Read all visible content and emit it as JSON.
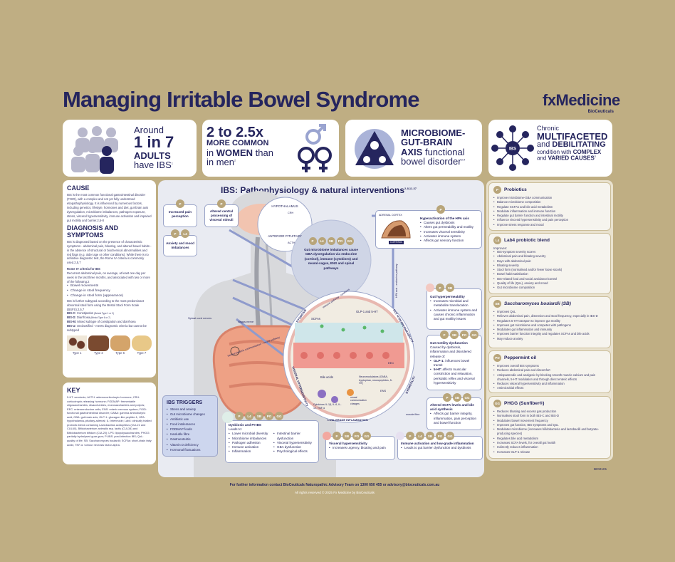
{
  "title": "Managing Irritable Bowel Syndrome",
  "logo": {
    "brand": "fxMedicine",
    "sub": "BioCeuticals"
  },
  "stats": [
    {
      "l1": "Around",
      "l2": "1 in 7",
      "l3": "ADULTS",
      "l4": "have IBS",
      "ref": "1"
    },
    {
      "l1": "2 to 2.5x",
      "l2": "MORE COMMON",
      "l3a": "in ",
      "l3b": "WOMEN",
      "l3c": " than",
      "l4": "in men",
      "ref": "2"
    },
    {
      "l1": "MICROBIOME-",
      "l2": "GUT-BRAIN",
      "l3a": "AXIS",
      "l3b": " functional",
      "l4": "bowel disorder",
      "ref": "3,4"
    },
    {
      "l1": "Chronic",
      "l2": "MULTIFACETED",
      "l3a": "and ",
      "l3b": "DEBILITATING",
      "l4a": "condition with ",
      "l4b": "COMPLEX",
      "l5a": "and ",
      "l5b": "VARIED CAUSES",
      "ref": "2",
      "hub": "IBS"
    }
  ],
  "cause": {
    "heading": "CAUSE",
    "text": "IBS is the most common functional gastrointestinal disorder (FGID), with a complex and not yet fully understood etiopathophysiology. It is influenced by numerous factors, including genetics, lifestyle, hormones and diet, gut-brain axis dysregulation, microbiome imbalances, pathogen exposure, stress, visceral hypersensitivity, immune activation and impaired gut motility and barrier.2,5-8"
  },
  "diagnosis": {
    "heading": "DIAGNOSIS AND SYMPTOMS",
    "text": "IBS is diagnosed based on the presence of characteristic symptoms - abdominal pain, bloating, and altered bowel habits - in the absence of structural or biochemical abnormalities and red flags (e.g. older age or other conditions). While there is no definitive diagnostic test, the Rome IV criteria is commonly used.2,5,7",
    "rome_heading": "Rome IV criteria for IBS",
    "rome_text": "Recurrent abdominal pain, on average, at least one day per week in the last three months, and associated with two or more of the following:2",
    "rome_items": [
      "Bowel movements",
      "Change in stool frequency",
      "Change in stool form (appearance)"
    ],
    "subtype_text": "IBS is further subtyped according to the most predominant abnormal stool form using the Bristol Stool Form Scale (BSFS).2,5,7",
    "subtypes": [
      {
        "k": "IBS-C:",
        "v": " Constipation",
        "n": " (Bristol Type 1 or 2)"
      },
      {
        "k": "IBS-D:",
        "v": " Diarrhoea",
        "n": " (Bristol Type 6 or 7)"
      },
      {
        "k": "IBS-M:",
        "v": " Mixed subtype of constipation and diarrhoea",
        "n": ""
      },
      {
        "k": "IBS-U:",
        "v": " Unclassified - meets diagnostic criteria but cannot be subtyped",
        "n": ""
      }
    ],
    "stool_types": [
      "Type 1",
      "Type 2",
      "Type 6",
      "Type 7"
    ]
  },
  "key": {
    "heading": "KEY",
    "text": "5-HT: serotonin; ACTH: adrenocorticotropic hormone; CRH: corticotropin-releasing hormone; FODMAP: fermentable oligosaccharides, disaccharides, monosaccharides and polyols; EEC: enteroendocrine cells; ENS: enteric nervous system; FGID: functional gastrointestinal disorder; GABA: gamma aminobutyric acid; GBA: gut-brain axis; GLP-1: glucagon-like peptide-1; HPA: hypothalamus-pituitary-adrenal; IL: interleukin; Lab4: clinically trialled probiotic blend containing Lactobacillus acidophilus (CUL21 and CUL60), Bifidobacterium animalis ssp. lactis (CUL34) and Bifidobacterium bifidum (CUL20); LPS: lipopolysaccharides; PHGG: partially hydrolysed guar gum; PI-IBS: post-infection IBS; QoL: quality of life; SB: Saccharomyces boulardii; SCFAs: short-chain fatty acids; TNF-α: tumour necrosis factor-alpha."
  },
  "center": {
    "title": "IBS: Pathophysiology & natural interventions",
    "title_ref": "2-8,11-37",
    "pain": {
      "badges": [
        "P"
      ],
      "text": "Increased pain perception"
    },
    "central": {
      "badges": [
        "P"
      ],
      "text": "Altered central processing of visceral stimuli"
    },
    "anxiety": {
      "badges": [
        "P",
        "L4"
      ],
      "text": "Anxiety and mood imbalances"
    },
    "hypothalamus": "HYPOTHALAMUS",
    "crh": "CRH",
    "pituitary": "ANTERIOR PITUITARY",
    "acth": "ACTH",
    "gba": {
      "badges": [
        "P",
        "L4",
        "SB",
        "PO",
        "GG"
      ],
      "text": "Gut microbiome imbalances cause GBA dysregulation via endocrine (cortisol), immune (cytokines) and neural-vagus, ENS and spinal pathways"
    },
    "hpa": {
      "badges": [
        "P"
      ],
      "organ": "ADRENAL CORTEX",
      "cortisol": "CORTISOL",
      "title": "Hyperactivation of the HPA axis",
      "items": [
        "Causes gut dysbiosis",
        "Alters gut permeability and motility",
        "Increases visceral sensitivity",
        "Activates immune system",
        "Affects gut sensory function"
      ]
    },
    "arrows": {
      "hpa": "HPA axis - endocrine pathway",
      "immune": "Immune pathway - cytokines",
      "neural": "Sensory/enteric communication - neural pathway",
      "spinal": "Spinal cord nerves",
      "vagus": "Vagus nerve"
    },
    "gut_labels": {
      "dysbiosis": "DYSBIOSIS",
      "permeability": "GUT HYPERPERMEABILITY",
      "visceral": "VISCERAL HYPERSENSITIVITY",
      "dysmotility": "DYSMOTILITY",
      "inflammation": "LOW-GRADE INFLAMMATION",
      "scfa": "SCFAs",
      "glp": "GLP-1 and 5-HT",
      "bile": "Bile acids",
      "neuro": "Neuromodulators (GABA, tryptophan, neuropeptides, 5-HT)",
      "cytokines": "Cytokines IL-1β, IL-6, IL-12, TNF-α",
      "neural_comm": "neural communication changes",
      "ens": "ENS",
      "eec": "EEC",
      "muscle": "muscle fibre"
    },
    "hyperperm": {
      "badges": [
        "P",
        "SB"
      ],
      "title": "Gut hyperpermeability",
      "items": [
        "Increases microbial and metabolite translocation",
        "Activates immune system and causes chronic inflammation and gut motility issues"
      ]
    },
    "motility": {
      "badges": [
        "P",
        "SB",
        "PO",
        "GG"
      ],
      "title": "Gut motility dysfunction",
      "intro": "Caused by dysbiosis, inflammation and disordered release of:",
      "items": [
        {
          "k": "GLP-1:",
          "v": " influences bowel transit"
        },
        {
          "k": "5-HT:",
          "v": " affects muscular constriction and relaxation, peristaltic reflex and visceral hypersensitivity"
        }
      ]
    },
    "scfa": {
      "badges": [
        "P",
        "SB",
        "GG"
      ],
      "title": "Altered SCFA levels and bile acid synthesis",
      "items": [
        "Affects gut barrier integrity, inflammation, pain perception and bowel function"
      ]
    },
    "triggers": {
      "title": "IBS TRIGGERS",
      "items": [
        "Stress and anxiety",
        "Gut microbiome changes",
        "Antibiotic use",
        "Food intolerances",
        "FODMAP foods",
        "Insoluble fibre",
        "Gastroenteritis",
        "Vitamin D deficiency",
        "Hormonal fluctuations"
      ]
    },
    "dysbiosis": {
      "badges": [
        "P",
        "L4",
        "SB",
        "PO",
        "GG"
      ],
      "title": "Dysbiosis and PI-IBS",
      "intro": "Leads to:",
      "col1": [
        "Lower microbial diversity",
        "Microbiome imbalances",
        "Pathogen adhesion",
        "Immune activation",
        "Inflammation"
      ],
      "col2": [
        "Intestinal barrier dysfunction",
        "Visceral hypersensitivity",
        "GBA dysfunction",
        "Psychological effects"
      ]
    },
    "visceral": {
      "badges": [
        "P",
        "SB",
        "PO",
        "GG"
      ],
      "title": "Visceral hypersensitivity",
      "items": [
        "Increases urgency, bloating and pain"
      ]
    },
    "immune": {
      "badges": [
        "P",
        "L4",
        "SB",
        "PO",
        "GG"
      ],
      "title": "Immune activation and low-grade inflammation",
      "items": [
        "Leads to gut barrier dysfunction and dysbiosis"
      ]
    }
  },
  "interventions": [
    {
      "badge": "P",
      "title": "Probiotics",
      "intro": "",
      "items": [
        "Improve microbiome-GBA communication",
        "Balance microbiome composition",
        "Regulate SCFAs and bile acid metabolism",
        "Modulate inflammation and immune function",
        "Regulate gut barrier function and intestinal motility",
        "Influence visceral hypersensitivity and pain perception",
        "Improve stress response and mood"
      ]
    },
    {
      "badge": "L4",
      "title": "Lab4 probiotic blend",
      "intro": "Improves:",
      "items": [
        "IBS-symptom severity scores",
        "Abdominal pain and bloating severity",
        "Days with abdominal pain",
        "Bloating severity",
        "Stool form (normalised and/or fewer loose stools)",
        "Bowel habit satisfaction",
        "IBS-related food and social avoidance/control",
        "Quality of life (QoL), anxiety and mood",
        "Gut microbiome composition"
      ]
    },
    {
      "badge": "SB",
      "title": "Saccharomyces boulardii (SB)",
      "intro": "",
      "items": [
        "Improves QoL",
        "Relieves abdominal pain, distension and stool frequency, especially in IBS-D",
        "Regulates 5-HT transport to improve gut motility",
        "Improves gut microbiome and competes with pathogens",
        "Modulates gut inflammation and immunity",
        "Improves barrier function integrity and regulates SCFAs and bile acids",
        "May reduce anxiety"
      ]
    },
    {
      "badge": "PO",
      "title": "Peppermint oil",
      "intro": "",
      "items": [
        "Improves overall IBS symptoms",
        "Reduces abdominal pain and discomfort",
        "Antispasmodic and analgesic by blocking smooth muscle calcium and pain channels, 5-HT modulation and through direct enteric effects",
        "Reduces visceral hypersensitivity and inflammation",
        "Antimicrobial effects"
      ]
    },
    {
      "badge": "GG",
      "title": "PHGG (Sunfiber®)",
      "intro": "",
      "items": [
        "Reduces bloating and excess gas production",
        "Normalises stool form in both IBS-C and IBS-D",
        "Modulates bowel movement frequency",
        "Improves gut function, IBS symptoms and QoL",
        "Modulates microbiome (increases bifidobacteria and lactobacilli and butyrate-producing species)",
        "Regulates bile acid metabolism",
        "Increases SCFA levels, for overall gut health",
        "Indirectly reduces inflammation",
        "Increases GLP-1 release"
      ]
    }
  ],
  "footer": {
    "contact": "For further information contact BioCeuticals Naturopathic Advisory Team on 1300 650 455 or advisory@bioceuticals.com.au",
    "rights": "All rights reserved © 2025 Fx Medicine by BioCeuticals",
    "code": "BIO2101"
  },
  "colors": {
    "background": "#bfae83",
    "navy": "#25255e",
    "badge": "#b8a57a",
    "panel": "#e9ebf2",
    "accent_blue": "#8f9bcc"
  }
}
